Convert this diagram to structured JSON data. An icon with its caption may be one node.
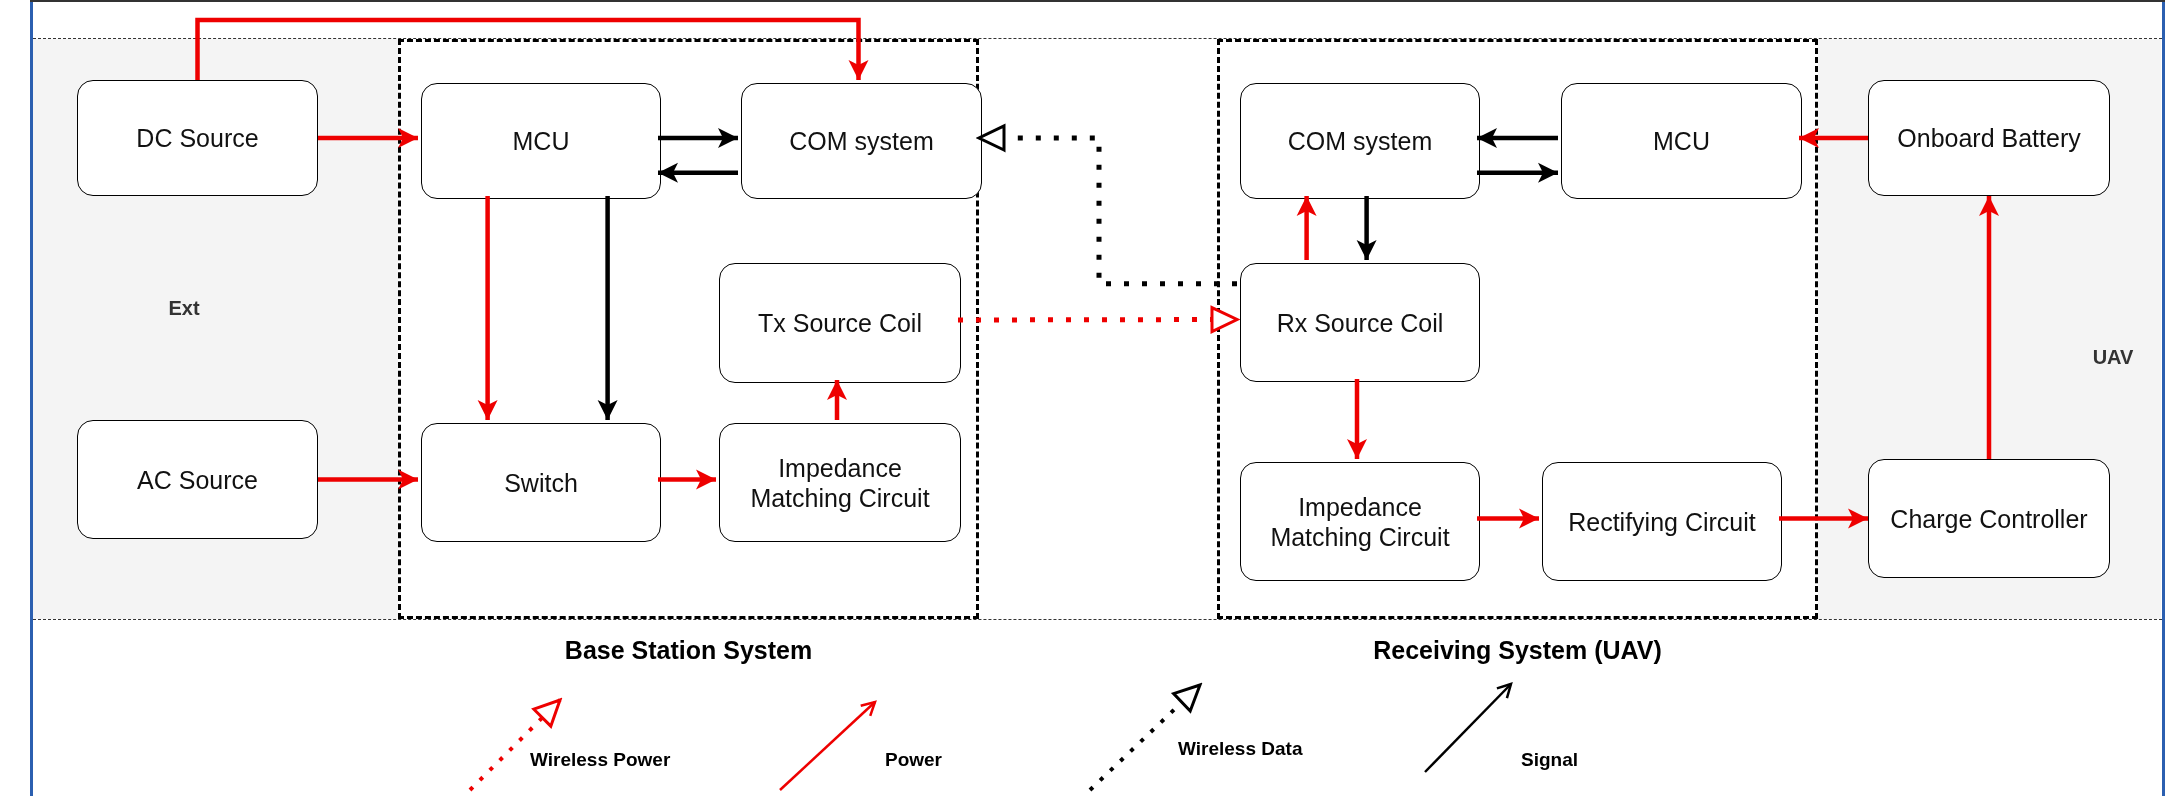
{
  "diagram": {
    "nodes": [
      {
        "text": [
          "Ext"
        ]
      },
      {
        "text": [
          "DC Source"
        ],
        "in": 0
      },
      {
        "text": [
          "AC Source"
        ],
        "in": 0
      },
      {
        "text": [
          "Base Station System"
        ]
      },
      {
        "text": [
          "MCU"
        ],
        "in": 3
      },
      {
        "text": [
          "COM system"
        ],
        "in": 3
      },
      {
        "text": [
          "Tx Source Coil"
        ],
        "in": 3
      },
      {
        "text": [
          "Switch"
        ],
        "in": 3
      },
      {
        "text": [
          "Impedance Matching Circuit"
        ],
        "in": 3
      },
      {
        "text": [
          "Receiving System (UAV)"
        ]
      },
      {
        "text": [
          "COM system"
        ],
        "in": 9
      },
      {
        "text": [
          "MCU"
        ],
        "in": 9
      },
      {
        "text": [
          "Rx Source Coil"
        ],
        "in": 9
      },
      {
        "text": [
          "Impedance Matching Circuit"
        ],
        "in": 9
      },
      {
        "text": [
          "Rectifying Circuit"
        ],
        "in": 9
      },
      {
        "text": [
          "UAV"
        ]
      },
      {
        "text": [
          "Onboard Battery"
        ],
        "in": 15
      },
      {
        "text": [
          "Charge Controller"
        ],
        "in": 15
      }
    ],
    "edges": [
      {
        "from": 1,
        "to": 5,
        "arrow": "to"
      },
      {
        "from": 1,
        "to": 4,
        "arrow": "to"
      },
      {
        "from": 2,
        "to": 7,
        "arrow": "to"
      },
      {
        "from": 4,
        "to": 5,
        "arrow": "to",
        "color": "#000000"
      },
      {
        "from": 5,
        "to": 4,
        "arrow": "to",
        "color": "#000000"
      },
      {
        "from": 4,
        "to": 7,
        "arrow": "to"
      },
      {
        "from": 4,
        "to": 7,
        "arrow": "to",
        "color": "#000000"
      },
      {
        "from": 7,
        "to": 8,
        "arrow": "to"
      },
      {
        "from": 8,
        "to": 6,
        "arrow": "to"
      },
      {
        "from": 6,
        "to": 12,
        "arrow": "to",
        "style": "dashed"
      },
      {
        "from": 12,
        "to": 5,
        "arrow": "to",
        "style": "dashed",
        "color": "#000000"
      },
      {
        "from": 10,
        "to": 11,
        "arrow": "to",
        "color": "#000000"
      },
      {
        "from": 11,
        "to": 10,
        "arrow": "to",
        "color": "#000000"
      },
      {
        "from": 10,
        "to": 12,
        "arrow": "to",
        "color": "#000000"
      },
      {
        "from": 12,
        "to": 10,
        "arrow": "to"
      },
      {
        "from": 12,
        "to": 13,
        "arrow": "to"
      },
      {
        "from": 13,
        "to": 14,
        "arrow": "to"
      },
      {
        "from": 14,
        "to": 17,
        "arrow": "to"
      },
      {
        "from": 17,
        "to": 16,
        "arrow": "to"
      },
      {
        "from": 16,
        "to": 11,
        "arrow": "to"
      }
    ],
    "legend": [
      {
        "text": "Wireless Power"
      },
      {
        "text": "Power"
      },
      {
        "text": "Wireless Data"
      },
      {
        "text": "Signal"
      }
    ]
  }
}
